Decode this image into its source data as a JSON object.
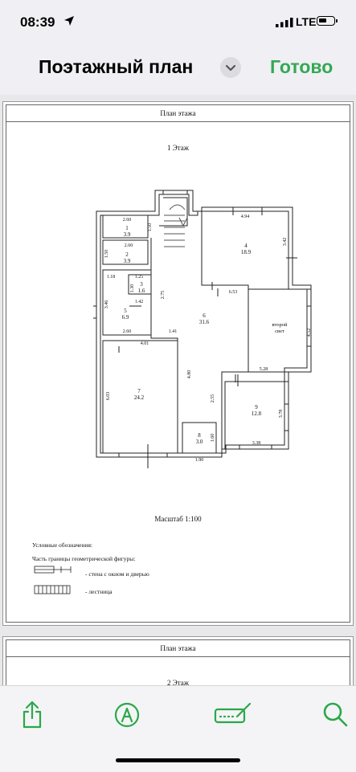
{
  "status_bar": {
    "time": "08:39",
    "network": "LTE"
  },
  "nav": {
    "title": "Поэтажный план",
    "done_label": "Готово"
  },
  "page1": {
    "header": "План этажа",
    "floor_label": "1  Этаж",
    "scale": "Масштаб 1:100",
    "legend": {
      "title": "Условные обозначения:",
      "subtitle": "Часть границы геометрической фигуры:",
      "item_wall": "- стена с окном и дверью",
      "item_stairs": "- лестница"
    },
    "rooms": [
      {
        "num": "1",
        "area": "3.9"
      },
      {
        "num": "2",
        "area": "3.9"
      },
      {
        "num": "3",
        "area": "1.6"
      },
      {
        "num": "4",
        "area": "18.9"
      },
      {
        "num": "5",
        "area": "6.9"
      },
      {
        "num": "6",
        "area": "31.6"
      },
      {
        "num": "7",
        "area": "24.2"
      },
      {
        "num": "8",
        "area": "3.0"
      },
      {
        "num": "9",
        "area": "12.8"
      }
    ],
    "light_label_1": "второй",
    "light_label_2": "свет",
    "dims": [
      "2.60",
      "1.50",
      "2.60",
      "1.50",
      "1.25",
      "1.30",
      "1.18",
      "3.46",
      "1.42",
      "2.75",
      "2.60",
      "4.01",
      "1.41",
      "4.94",
      "3.42",
      "6.53",
      "4.52",
      "5.28",
      "4.80",
      "2.55",
      "3.78",
      "3.38",
      "6.03",
      "1.60",
      "1.90"
    ]
  },
  "page2": {
    "header": "План этажа",
    "floor_label": "2  Этаж"
  },
  "toolbar": {
    "icons": [
      "share-icon",
      "markup-icon",
      "signature-icon",
      "search-icon"
    ]
  }
}
